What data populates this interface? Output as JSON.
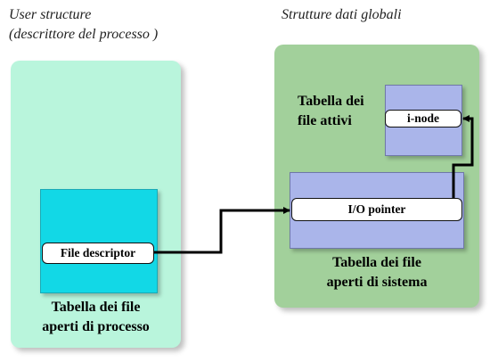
{
  "captions": {
    "left_line1": "User structure",
    "left_line2": "(descrittore del processo )",
    "right": "Strutture dati globali"
  },
  "left_panel": {
    "field": "File descriptor",
    "label_line1": "Tabella dei file",
    "label_line2": "aperti di processo"
  },
  "right_panel": {
    "active_label_line1": "Tabella dei",
    "active_label_line2": "file attivi",
    "inode_field": "i-node",
    "io_field": "I/O pointer",
    "label_line1": "Tabella dei file",
    "label_line2": "aperti di sistema"
  },
  "colors": {
    "left_panel": "#b9f5dc",
    "right_panel": "#a2d09b",
    "cyan_table": "#12d8e6",
    "blue_table": "#aab5ea"
  }
}
